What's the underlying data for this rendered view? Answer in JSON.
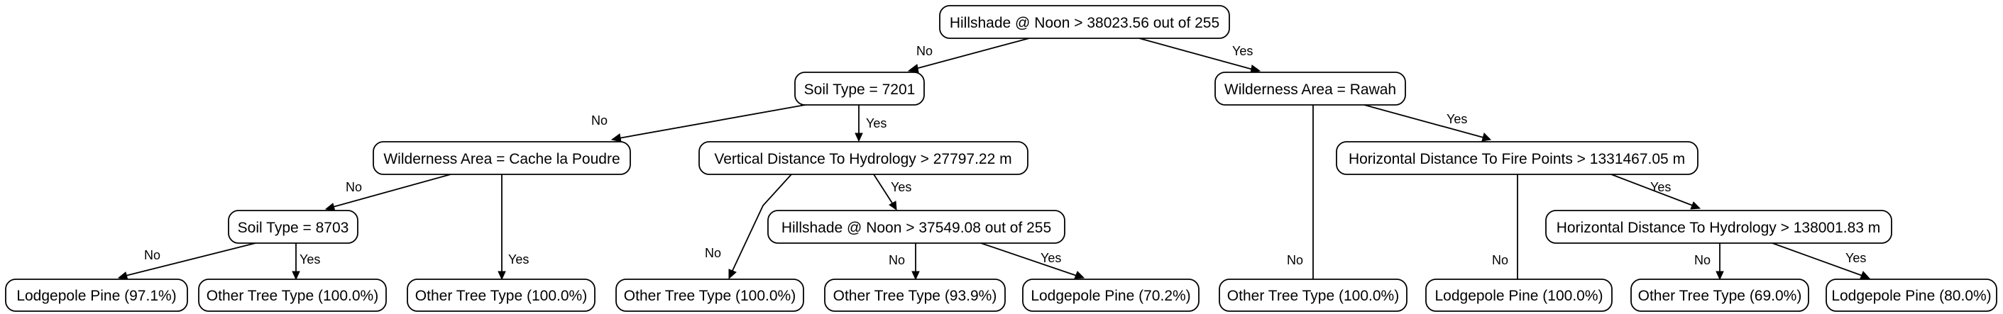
{
  "tree": {
    "nodes": {
      "root": "Hillshade @ Noon > 38023.56 out of 255",
      "soil_7201": "Soil Type = 7201",
      "wilderness_rawah": "Wilderness Area = Rawah",
      "wilderness_cache": "Wilderness Area = Cache la Poudre",
      "vdist_hydro": "Vertical Distance To Hydrology > 27797.22 m",
      "hdist_fire": "Horizontal Distance To Fire Points > 1331467.05 m",
      "soil_8703": "Soil Type = 8703",
      "hillshade_37549": "Hillshade @ Noon > 37549.08 out of 255",
      "hdist_hydro": "Horizontal Distance To Hydrology > 138001.83 m",
      "leaf_lodgepole_971": "Lodgepole Pine (97.1%)",
      "leaf_other_1000_a": "Other Tree Type (100.0%)",
      "leaf_other_1000_b": "Other Tree Type (100.0%)",
      "leaf_other_1000_c": "Other Tree Type (100.0%)",
      "leaf_other_939": "Other Tree Type (93.9%)",
      "leaf_lodgepole_702": "Lodgepole Pine (70.2%)",
      "leaf_other_1000_d": "Other Tree Type (100.0%)",
      "leaf_lodgepole_1000": "Lodgepole Pine (100.0%)",
      "leaf_other_690": "Other Tree Type (69.0%)",
      "leaf_lodgepole_800": "Lodgepole Pine (80.0%)"
    },
    "edge_labels": {
      "root_no": "No",
      "root_yes": "Yes",
      "soil_7201_no": "No",
      "soil_7201_yes": "Yes",
      "wilderness_rawah_no": "No",
      "wilderness_rawah_yes": "Yes",
      "wilderness_cache_no": "No",
      "wilderness_cache_yes": "Yes",
      "vdist_hydro_no": "No",
      "vdist_hydro_yes": "Yes",
      "hdist_fire_no": "No",
      "hdist_fire_yes": "Yes",
      "soil_8703_no": "No",
      "soil_8703_yes": "Yes",
      "hillshade_37549_no": "No",
      "hillshade_37549_yes": "Yes",
      "hdist_hydro_no": "No",
      "hdist_hydro_yes": "Yes"
    }
  }
}
